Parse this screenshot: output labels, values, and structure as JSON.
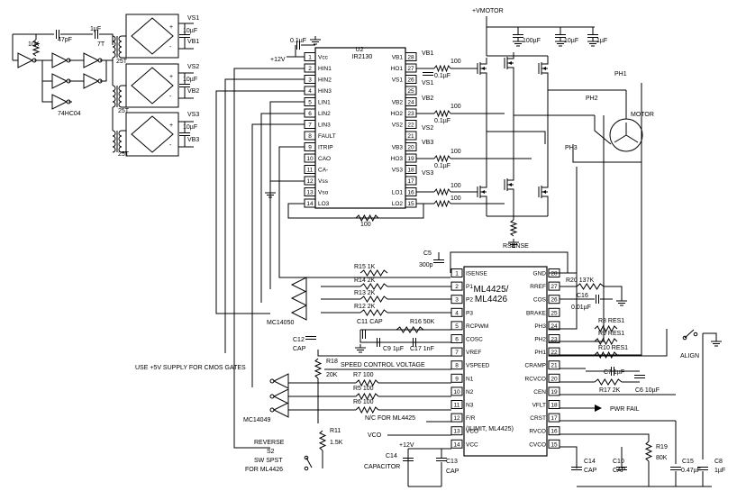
{
  "components": {
    "u2": {
      "ref": "U2",
      "part": "IR2130"
    },
    "ml": {
      "line1": "ML4425/",
      "line2": "ML4426"
    },
    "osc_gate": "74HC04",
    "mc14050": "MC14050",
    "mc14049": "MC14049",
    "motor": "MOTOR"
  },
  "ir2130_left": [
    {
      "n": "1",
      "name": "Vcc"
    },
    {
      "n": "2",
      "name": "HIN1"
    },
    {
      "n": "3",
      "name": "HIN2"
    },
    {
      "n": "4",
      "name": "HIN3"
    },
    {
      "n": "5",
      "name": "LIN1"
    },
    {
      "n": "6",
      "name": "LIN2"
    },
    {
      "n": "7",
      "name": "LIN3"
    },
    {
      "n": "8",
      "name": "FAULT"
    },
    {
      "n": "9",
      "name": "ITRIP"
    },
    {
      "n": "10",
      "name": "CAO"
    },
    {
      "n": "11",
      "name": "CA-"
    },
    {
      "n": "12",
      "name": "Vss"
    },
    {
      "n": "13",
      "name": "Vso"
    },
    {
      "n": "14",
      "name": "LO3"
    }
  ],
  "ir2130_right": [
    {
      "n": "28",
      "name": "VB1"
    },
    {
      "n": "27",
      "name": "HO1"
    },
    {
      "n": "26",
      "name": "VS1"
    },
    {
      "n": "25",
      "name": ""
    },
    {
      "n": "24",
      "name": "VB2"
    },
    {
      "n": "23",
      "name": "HO2"
    },
    {
      "n": "22",
      "name": "VS2"
    },
    {
      "n": "21",
      "name": ""
    },
    {
      "n": "20",
      "name": "VB3"
    },
    {
      "n": "19",
      "name": "HO3"
    },
    {
      "n": "18",
      "name": "VS3"
    },
    {
      "n": "17",
      "name": ""
    },
    {
      "n": "16",
      "name": "LO1"
    },
    {
      "n": "15",
      "name": "LO2"
    }
  ],
  "ml_left": [
    {
      "n": "1",
      "name": "ISENSE"
    },
    {
      "n": "2",
      "name": "P1"
    },
    {
      "n": "3",
      "name": "P2"
    },
    {
      "n": "4",
      "name": "P3"
    },
    {
      "n": "5",
      "name": "RCPWM"
    },
    {
      "n": "6",
      "name": "COSC"
    },
    {
      "n": "7",
      "name": "VREF"
    },
    {
      "n": "8",
      "name": "VSPEED"
    },
    {
      "n": "9",
      "name": "N1"
    },
    {
      "n": "10",
      "name": "N2"
    },
    {
      "n": "11",
      "name": "N3"
    },
    {
      "n": "12",
      "name": "F/R"
    },
    {
      "n": "13",
      "name": "VCO"
    },
    {
      "n": "14",
      "name": "VCC"
    }
  ],
  "ml_right": [
    {
      "n": "28",
      "name": "GND"
    },
    {
      "n": "27",
      "name": "RREF"
    },
    {
      "n": "26",
      "name": "COS"
    },
    {
      "n": "25",
      "name": "BRAKE"
    },
    {
      "n": "24",
      "name": "PH3"
    },
    {
      "n": "23",
      "name": "PH2"
    },
    {
      "n": "22",
      "name": "PH1"
    },
    {
      "n": "21",
      "name": "CRAMP"
    },
    {
      "n": "20",
      "name": "RCVCO"
    },
    {
      "n": "19",
      "name": "CEN"
    },
    {
      "n": "18",
      "name": "VFLT"
    },
    {
      "n": "17",
      "name": "CRST"
    },
    {
      "n": "16",
      "name": "RVCO"
    },
    {
      "n": "15",
      "name": "CVCO"
    }
  ],
  "labels": {
    "vmotor": "+VMOTOR",
    "c100u": "100µF",
    "c10u_top": "10µF",
    "c1u_top": "1µF",
    "c01u": "0.1µF",
    "v12": "+12V",
    "v12b": "+12V",
    "r10k": "10K",
    "c47p": "47pF",
    "c1uF_osc": "1µF",
    "t7": "7T",
    "t25_1": "25T",
    "t25_2": "25T",
    "t25_3": "25T",
    "vs1": "VS1",
    "vb1": "VB1",
    "vs2": "VS2",
    "vb2": "VB2",
    "vs3": "VS3",
    "vb3": "VB3",
    "c10u_1": "10µF",
    "c10u_2": "10µF",
    "c10u_3": "10µF",
    "r100_1": "100",
    "r100_2": "100",
    "r100_3": "100",
    "r100_4": "100",
    "r100_5": "100",
    "r100_6": "100",
    "c01_1": "0.1µF",
    "c01_2": "0.1µF",
    "c01_3": "0.1µF",
    "ph1": "PH1",
    "ph2": "PH2",
    "ph3": "PH3",
    "rsense": "RSENSE",
    "c5": "C5",
    "c5v": "300p",
    "r15": "R15 1K",
    "r14": "R14 2K",
    "r13": "R13 2K",
    "r12": "R12 2K",
    "c11": "C11 CAP",
    "r16": "R16 50K",
    "c9": "C9 1µF",
    "c17": "C17 1nF",
    "r20": "R20 137K",
    "c16": "C16",
    "c16v": "0.01µF",
    "r8": "R8 RES1",
    "r9": "R9 RES1",
    "r10": "R10 RES1",
    "c12": "C12",
    "c12v": "CAP",
    "r18": "R18",
    "r18v": "20K",
    "speed": "SPEED CONTROL VOLTAGE",
    "cmos_note": "USE +5V SUPPLY FOR CMOS GATES",
    "r7": "R7 100",
    "r5": "R5 100",
    "r6": "R6 100",
    "nc": "N/C FOR ML4425",
    "ilimit": "(ILIMIT, ML4425)",
    "vco_in": "VCO",
    "r11": "R11",
    "r11v": "1.5K",
    "reverse": "REVERSE",
    "s2": "S2",
    "sw": "SW SPST",
    "for4426": "FOR ML4426",
    "c14": "C14",
    "c14v": "CAPACITOR",
    "c13": "C13",
    "c13v": "CAP",
    "c7": "C7 1µF",
    "r17": "R17 2K",
    "c6": "C6 10µF",
    "pwrfail": "PWR FAIL",
    "align": "ALIGN",
    "c14b": "C14",
    "c14bv": "CAP",
    "c10": "C10",
    "c10v": "CAP",
    "r19": "R19",
    "r19v": "80K",
    "c15": "C15",
    "c15v": "0.47µF",
    "c8": "C8",
    "c8v": "1µF"
  }
}
